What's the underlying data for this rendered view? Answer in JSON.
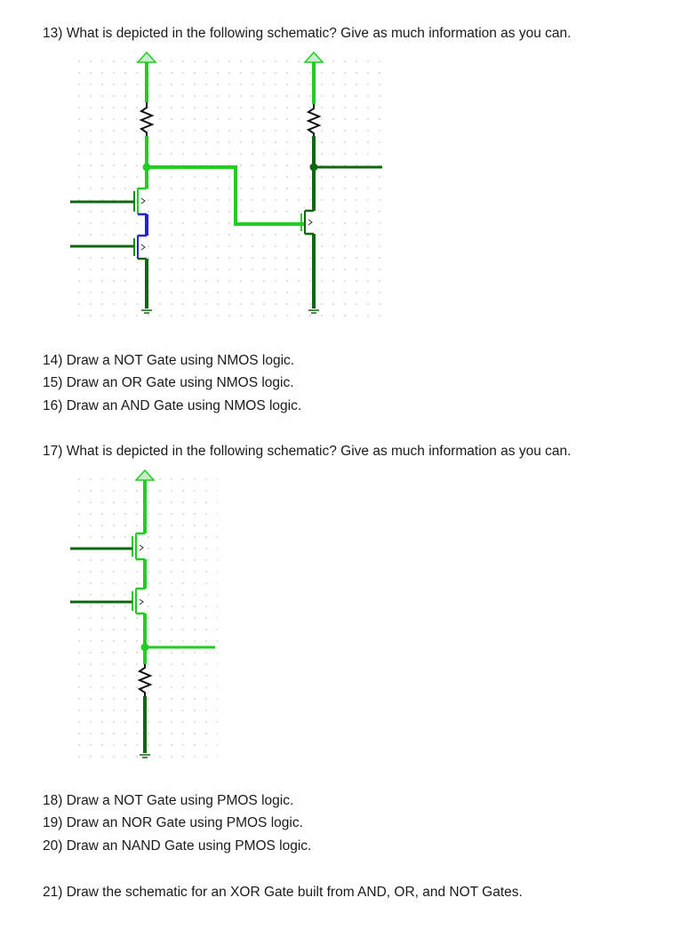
{
  "questions": {
    "q13": "13) What is depicted in the following schematic?  Give as much information as you can.",
    "q14": "14) Draw a NOT Gate using NMOS logic.",
    "q15": "15) Draw an OR Gate using NMOS logic.",
    "q16": "16) Draw an AND Gate using NMOS logic.",
    "q17": "17) What is depicted in the following schematic?  Give as much information as you can.",
    "q18": "18) Draw a NOT Gate using PMOS logic.",
    "q19": "19) Draw an NOR Gate using PMOS logic.",
    "q20": "20) Draw an NAND Gate using PMOS logic.",
    "q21": "21) Draw the schematic for an XOR Gate built from AND, OR, and NOT Gates."
  },
  "colors": {
    "wire_bright": "#22cc22",
    "wire_dark": "#116611",
    "wire_blue": "#2222dd",
    "grid_dot": "#c8c8c8"
  }
}
